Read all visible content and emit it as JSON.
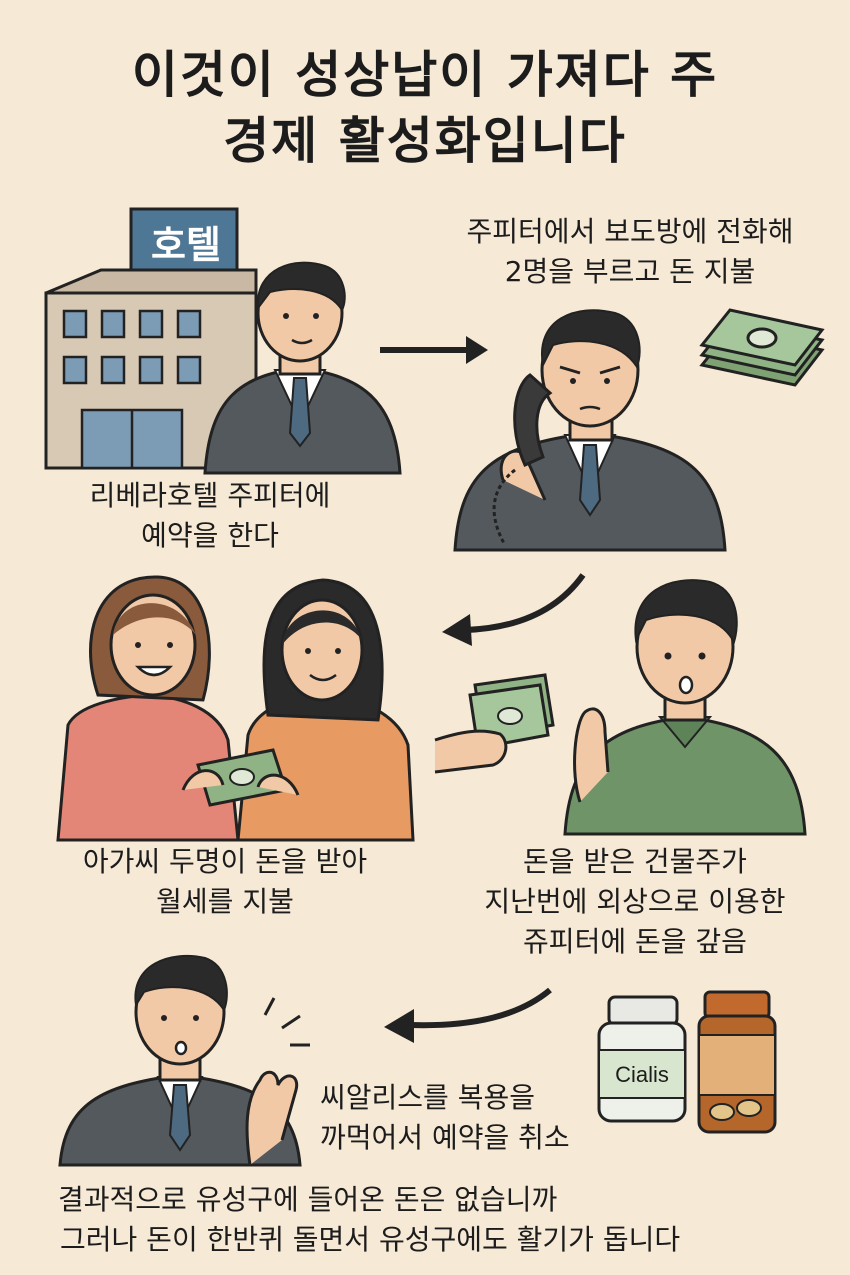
{
  "title": {
    "line1": "이것이 성상납이 가져다 주",
    "line2": "경제 활성화입니다"
  },
  "hotel_sign": "호텔",
  "panel1": {
    "line1": "리베라호텔 주피터에",
    "line2": "예약을 한다"
  },
  "panel2": {
    "line1": "주피터에서 보도방에 전화해",
    "line2": "2명을 부르고 돈 지불"
  },
  "panel3": {
    "line1": "아가씨 두명이 돈을 받아",
    "line2": "월세를 지불"
  },
  "panel4": {
    "line1": "돈을 받은 건물주가",
    "line2": "지난번에 외상으로 이용한",
    "line3": "쥬피터에 돈을 갚음"
  },
  "panel5": {
    "line1": "씨알리스를 복용을",
    "line2": "까먹어서 예약을 취소"
  },
  "bottom": {
    "line1": "결과적으로 유성구에 들어온 돈은 없습니까",
    "line2": "그러나 돈이 한반퀴 돌면서 유성구에도 활기가 돕니다"
  },
  "pill_label": "Cialis",
  "colors": {
    "background": "#f6e9d6",
    "suit": "#54595e",
    "tie": "#4d6a80",
    "money": "#8fb384",
    "shirt_green": "#6f9468",
    "shirt_pink": "#e48677",
    "shirt_orange": "#e79a62",
    "skin": "#f2c9a6"
  }
}
